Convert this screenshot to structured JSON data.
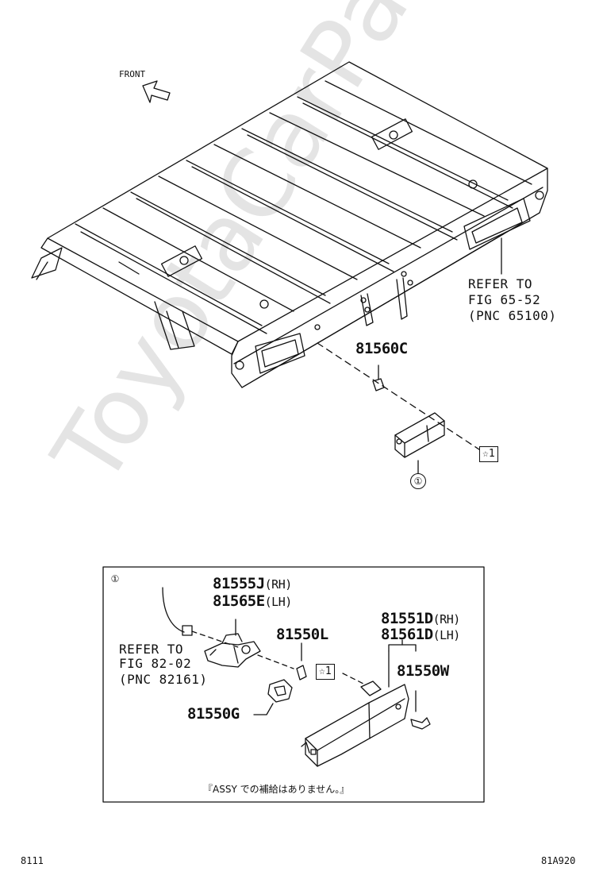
{
  "labels": {
    "front": "FRONT",
    "refer_body": [
      "REFER TO",
      "FIG 65-52",
      "(PNC 65100)"
    ],
    "part_81560c": "81560C",
    "callout_1": "①",
    "star_1": "☆1",
    "part_81555j": "81555J",
    "part_81555j_side": "(RH)",
    "part_81565e": "81565E",
    "part_81565e_side": "(LH)",
    "refer_wire": [
      "REFER TO",
      "FIG 82-02",
      "(PNC 82161)"
    ],
    "part_81550l": "81550L",
    "part_81551d": "81551D",
    "part_81551d_side": "(RH)",
    "part_81561d": "81561D",
    "part_81561d_side": "(LH)",
    "part_81550w": "81550W",
    "part_81550g": "81550G",
    "note": "『ASSY での補給はありません。』",
    "footer_left": "8111",
    "footer_right": "81A920",
    "watermark": "ToyotaCarParts.ru"
  },
  "colors": {
    "line": "#111111",
    "watermark": "#cfcfcf",
    "background": "#ffffff"
  },
  "icons": {
    "front_arrow": "arrow-up-left-outline-icon",
    "callout": "circled-number-icon"
  }
}
